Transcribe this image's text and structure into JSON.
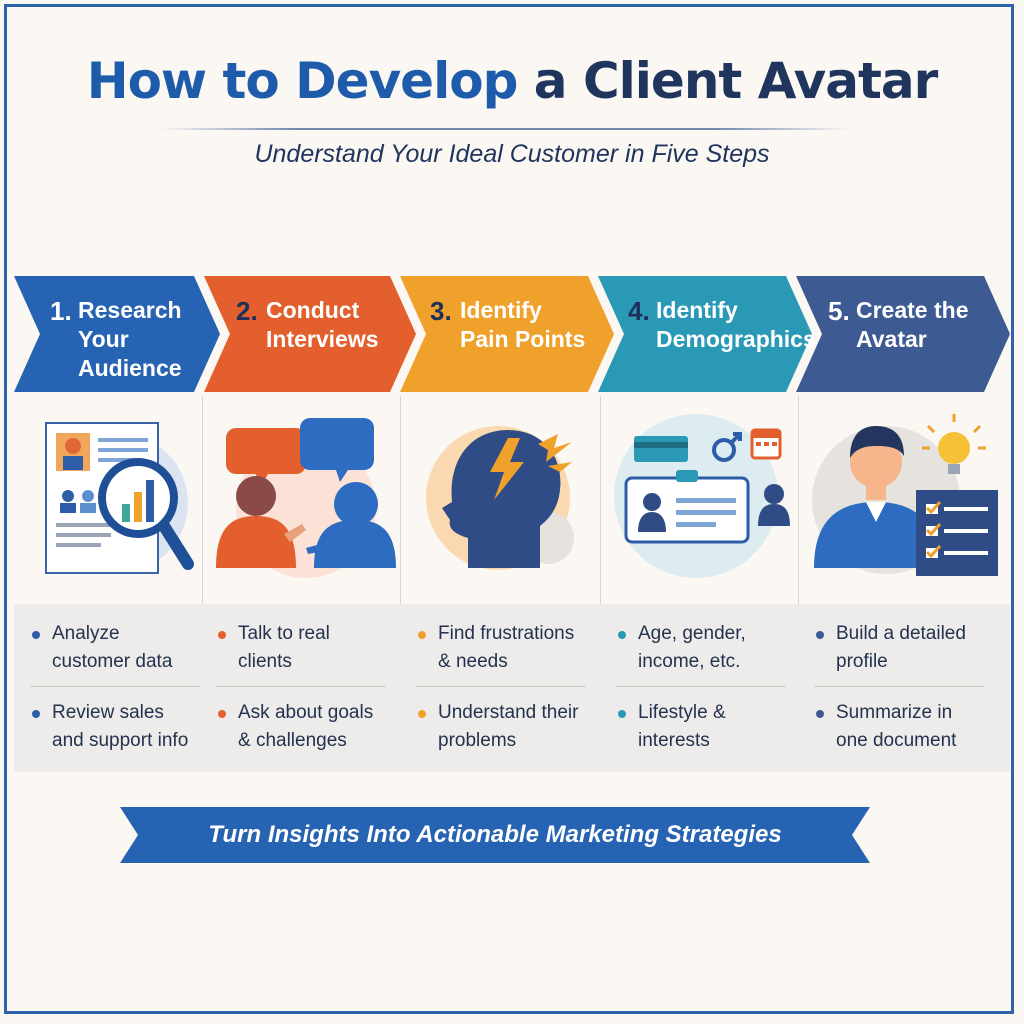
{
  "title": {
    "part1": "How to Develop",
    "part2": "a Client Avatar"
  },
  "subtitle": "Understand Your Ideal Customer in Five Steps",
  "steps": [
    {
      "num": "1.",
      "label": "Research Your Audience",
      "color": "#2763b3",
      "bullets": [
        "Analyze customer data",
        "Review sales and support info"
      ],
      "dot": "#2d5ca8",
      "icon": "document-magnifier-icon"
    },
    {
      "num": "2.",
      "label": "Conduct Interviews",
      "color": "#e35f2d",
      "bullets": [
        "Talk to real clients",
        "Ask about goals & challenges"
      ],
      "dot": "#e35f2d",
      "icon": "conversation-icon"
    },
    {
      "num": "3.",
      "label": "Identify Pain Points",
      "color": "#f0a12b",
      "bullets": [
        "Find frustrations & needs",
        "Understand their problems"
      ],
      "dot": "#f0a12b",
      "icon": "head-lightning-icon"
    },
    {
      "num": "4.",
      "label": "Identify Demographics",
      "color": "#2a99b5",
      "bullets": [
        "Age, gender, income, etc.",
        "Lifestyle & interests"
      ],
      "dot": "#2a99b5",
      "icon": "id-card-icon"
    },
    {
      "num": "5.",
      "label": "Create the Avatar",
      "color": "#3e5a92",
      "bullets": [
        "Build a detailed profile",
        "Summarize in one document"
      ],
      "dot": "#3e5a92",
      "icon": "avatar-checklist-icon"
    }
  ],
  "footer": "Turn Insights Into Actionable Marketing Strategies"
}
